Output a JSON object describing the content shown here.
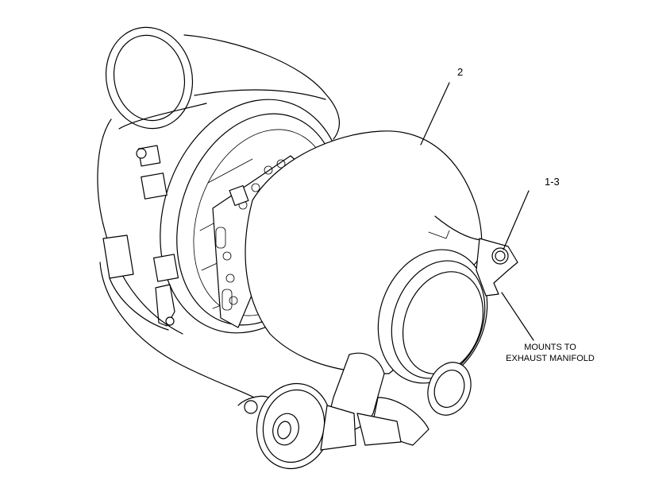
{
  "callouts": {
    "part_2": "2",
    "part_1_3": "1-3",
    "note_line1": "MOUNTS TO",
    "note_line2": "EXHAUST MANIFOLD"
  }
}
